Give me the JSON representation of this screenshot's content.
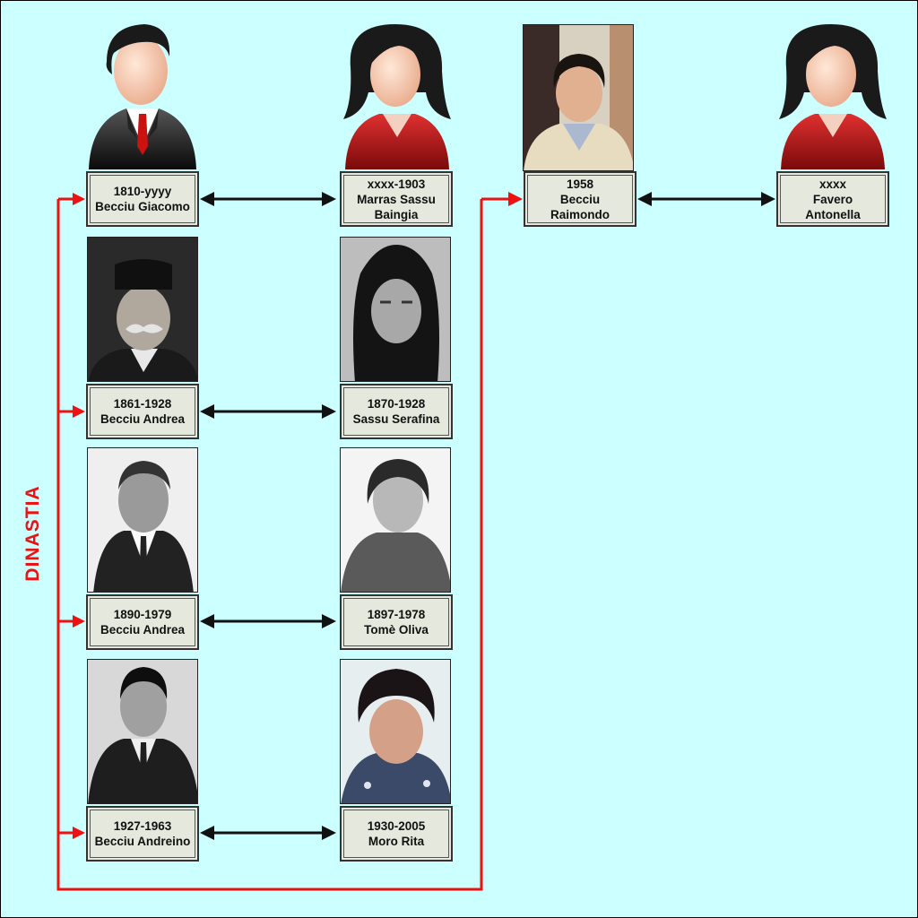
{
  "colors": {
    "background": "#ccffff",
    "dynasty_line": "#ee1111",
    "marriage_arrow": "#111111",
    "card_fill": "#e5e8dc"
  },
  "dynasty_label": "DINASTIA",
  "people": {
    "giacomo": {
      "years": "1810-yyyy",
      "name1": "Becciu Giacomo",
      "name2": "",
      "picture": "male-avatar-icon"
    },
    "baingia": {
      "years": "xxxx-1903",
      "name1": "Marras Sassu",
      "name2": "Baingia",
      "picture": "female-avatar-icon"
    },
    "raimondo": {
      "years": "1958",
      "name1": "Becciu",
      "name2": "Raimondo",
      "picture": "portrait-photo"
    },
    "antonella": {
      "years": "xxxx",
      "name1": "Favero",
      "name2": "Antonella",
      "picture": "female-avatar-icon"
    },
    "andrea1861": {
      "years": "1861-1928",
      "name1": "Becciu Andrea",
      "name2": "",
      "picture": "portrait-photo"
    },
    "serafina": {
      "years": "1870-1928",
      "name1": "Sassu Serafina",
      "name2": "",
      "picture": "portrait-photo"
    },
    "andrea1890": {
      "years": "1890-1979",
      "name1": "Becciu Andrea",
      "name2": "",
      "picture": "portrait-photo"
    },
    "oliva": {
      "years": "1897-1978",
      "name1": "Tomè Oliva",
      "name2": "",
      "picture": "portrait-photo"
    },
    "andreino": {
      "years": "1927-1963",
      "name1": "Becciu Andreino",
      "name2": "",
      "picture": "portrait-photo"
    },
    "rita": {
      "years": "1930-2005",
      "name1": "Moro Rita",
      "name2": "",
      "picture": "portrait-photo"
    }
  }
}
